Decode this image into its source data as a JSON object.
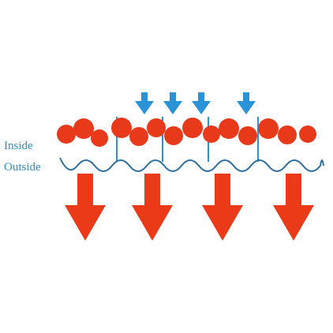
{
  "labels": {
    "inside": "Inside",
    "outside": "Outside"
  },
  "colors": {
    "label_text": "#2e8cc7",
    "blue_arrow": "#2a93d5",
    "red_arrow": "#ea3a18",
    "red_circle": "#e8391b",
    "membrane_line": "#2d6fa0",
    "stem": "#2a93d5"
  },
  "diagram": {
    "blue_arrow_count": 4,
    "red_arrow_count": 4,
    "circle_count": 14,
    "stem_count": 4,
    "icons": [
      "down-arrow-icon",
      "circle-particle-icon",
      "wavy-membrane-line"
    ]
  }
}
